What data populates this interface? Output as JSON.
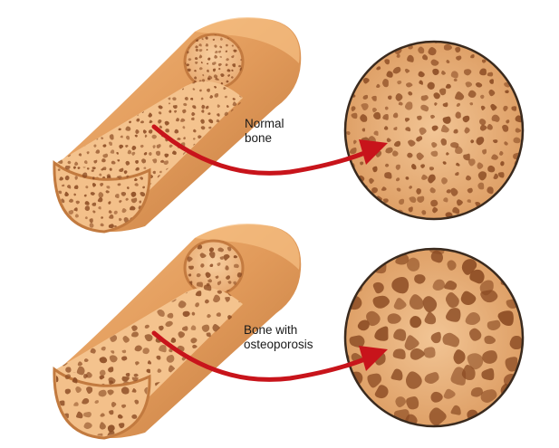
{
  "labels": {
    "normal": [
      "Normal",
      "bone"
    ],
    "osteoporosis": [
      "Bone with",
      "osteoporosis"
    ]
  },
  "colors": {
    "background": "#ffffff",
    "bone_light": "#f6c08a",
    "bone_mid": "#e9a86a",
    "bone_dark": "#c97a3e",
    "pore": "#8a4a22",
    "arrow": "#c8141b",
    "circle_outline": "#3a2a1e"
  }
}
